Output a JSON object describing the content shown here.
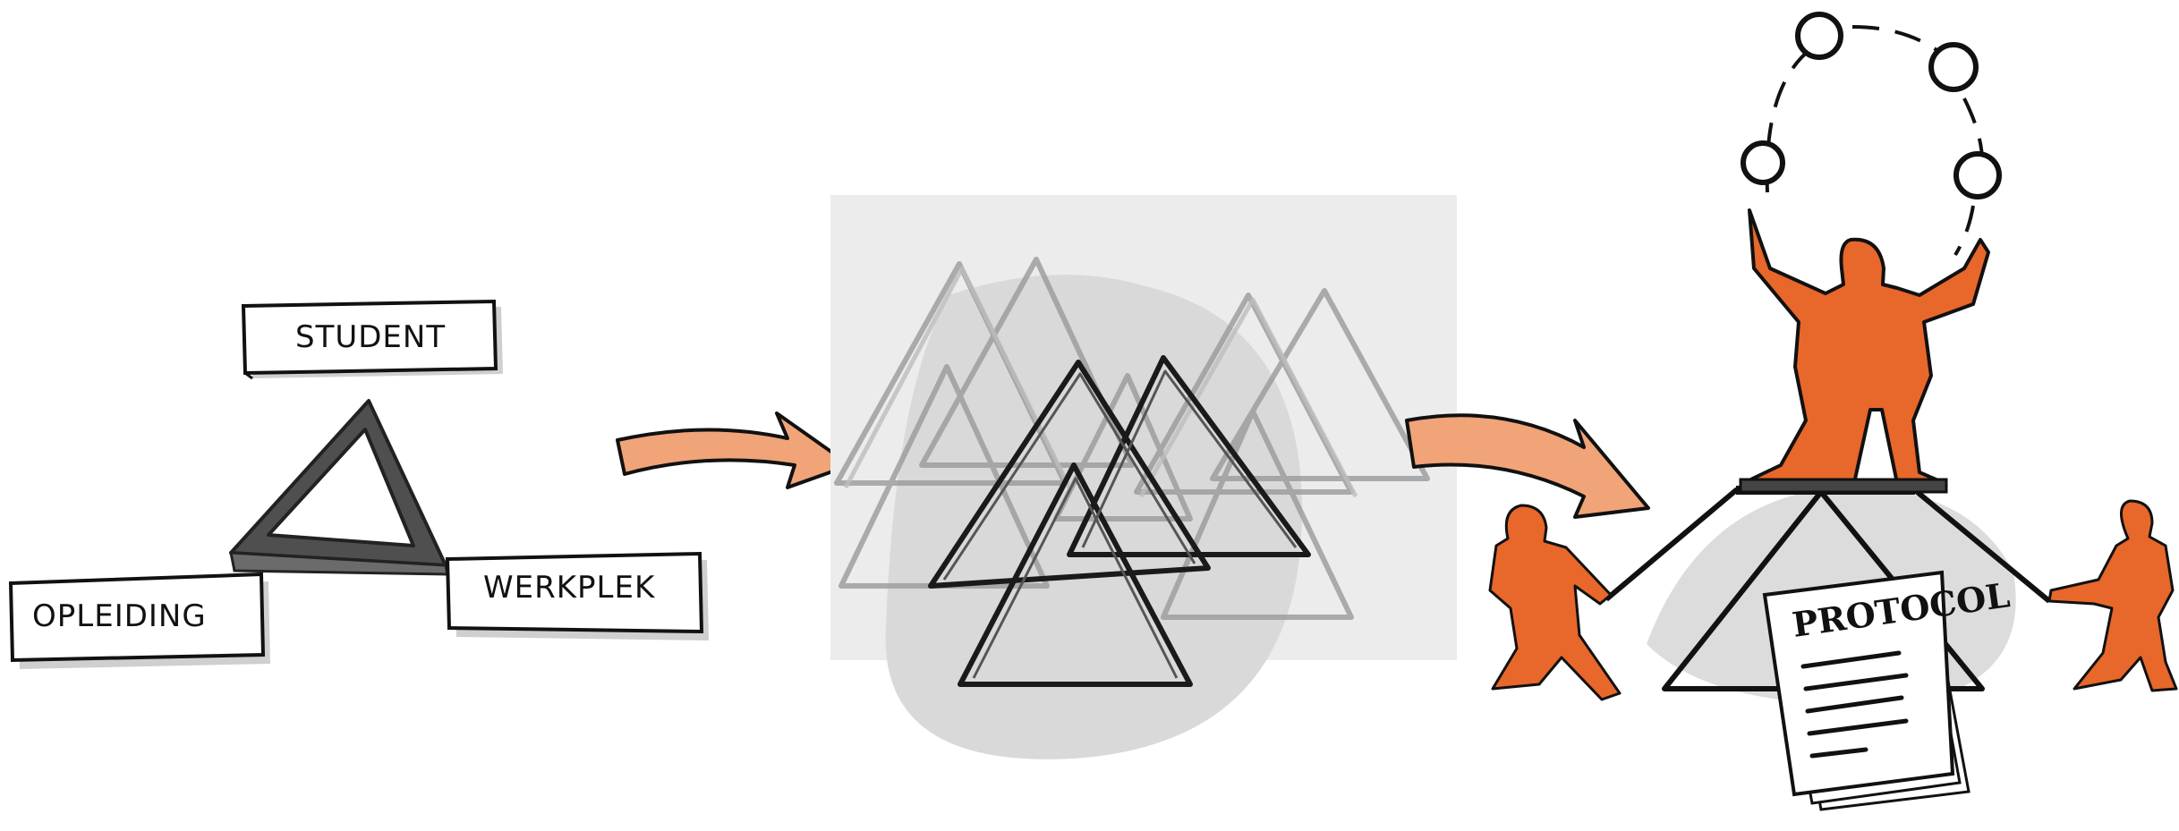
{
  "labels": {
    "student": "STUDENT",
    "opleiding": "OPLEIDING",
    "werkplek": "WERKPLEK",
    "protocol": "PROTOCOL"
  },
  "colors": {
    "accent_orange": "#E8672A",
    "arrow_peach": "#F0A478",
    "triangle_dark": "#555555",
    "backdrop_gray": "#E6E6E6"
  }
}
